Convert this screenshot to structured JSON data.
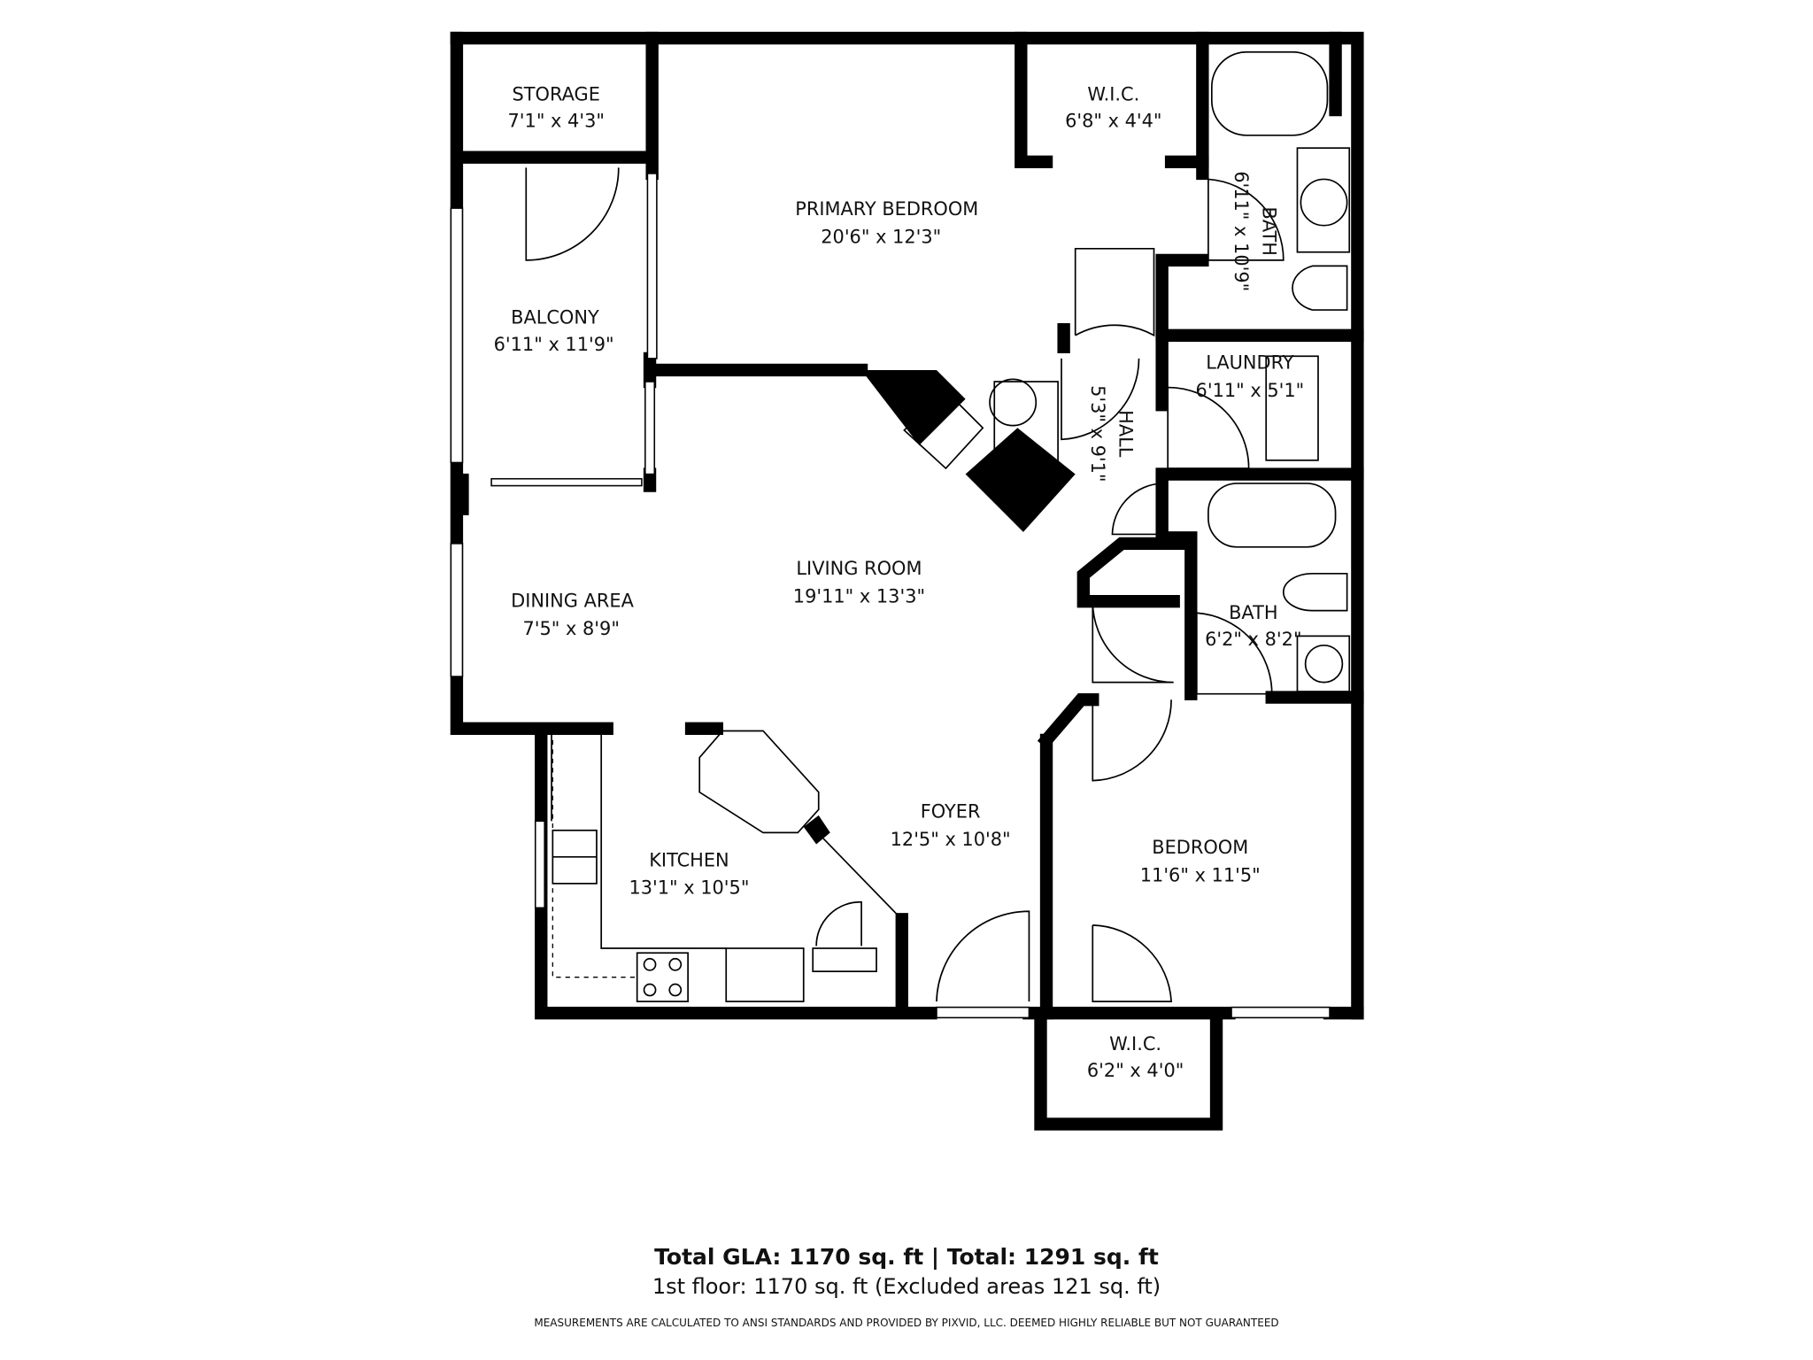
{
  "rooms": [
    {
      "name": "STORAGE",
      "dims": "7'1\" x 4'3\""
    },
    {
      "name": "PRIMARY BEDROOM",
      "dims": "20'6\" x 12'3\""
    },
    {
      "name": "W.I.C.",
      "dims": "6'8\" x 4'4\""
    },
    {
      "name": "BATH",
      "dims": "6'11\" x 10'9\""
    },
    {
      "name": "BALCONY",
      "dims": "6'11\" x 11'9\""
    },
    {
      "name": "LAUNDRY",
      "dims": "6'11\" x 5'1\""
    },
    {
      "name": "HALL",
      "dims": "5'3\" x 9'1\""
    },
    {
      "name": "LIVING ROOM",
      "dims": "19'11\" x 13'3\""
    },
    {
      "name": "DINING AREA",
      "dims": "7'5\" x 8'9\""
    },
    {
      "name": "BATH",
      "dims": "6'2\" x 8'2\""
    },
    {
      "name": "FOYER",
      "dims": "12'5\" x 10'8\""
    },
    {
      "name": "KITCHEN",
      "dims": "13'1\" x 10'5\""
    },
    {
      "name": "BEDROOM",
      "dims": "11'6\" x 11'5\""
    },
    {
      "name": "W.I.C.",
      "dims": "6'2\" x 4'0\""
    }
  ],
  "footer": {
    "totals": "Total GLA: 1170 sq. ft | Total: 1291 sq. ft",
    "floor": "1st floor: 1170 sq. ft (Excluded areas 121 sq. ft)",
    "disclaimer": "MEASUREMENTS ARE CALCULATED TO ANSI STANDARDS AND PROVIDED BY PIXVID, LLC. DEEMED HIGHLY RELIABLE BUT NOT GUARANTEED"
  }
}
